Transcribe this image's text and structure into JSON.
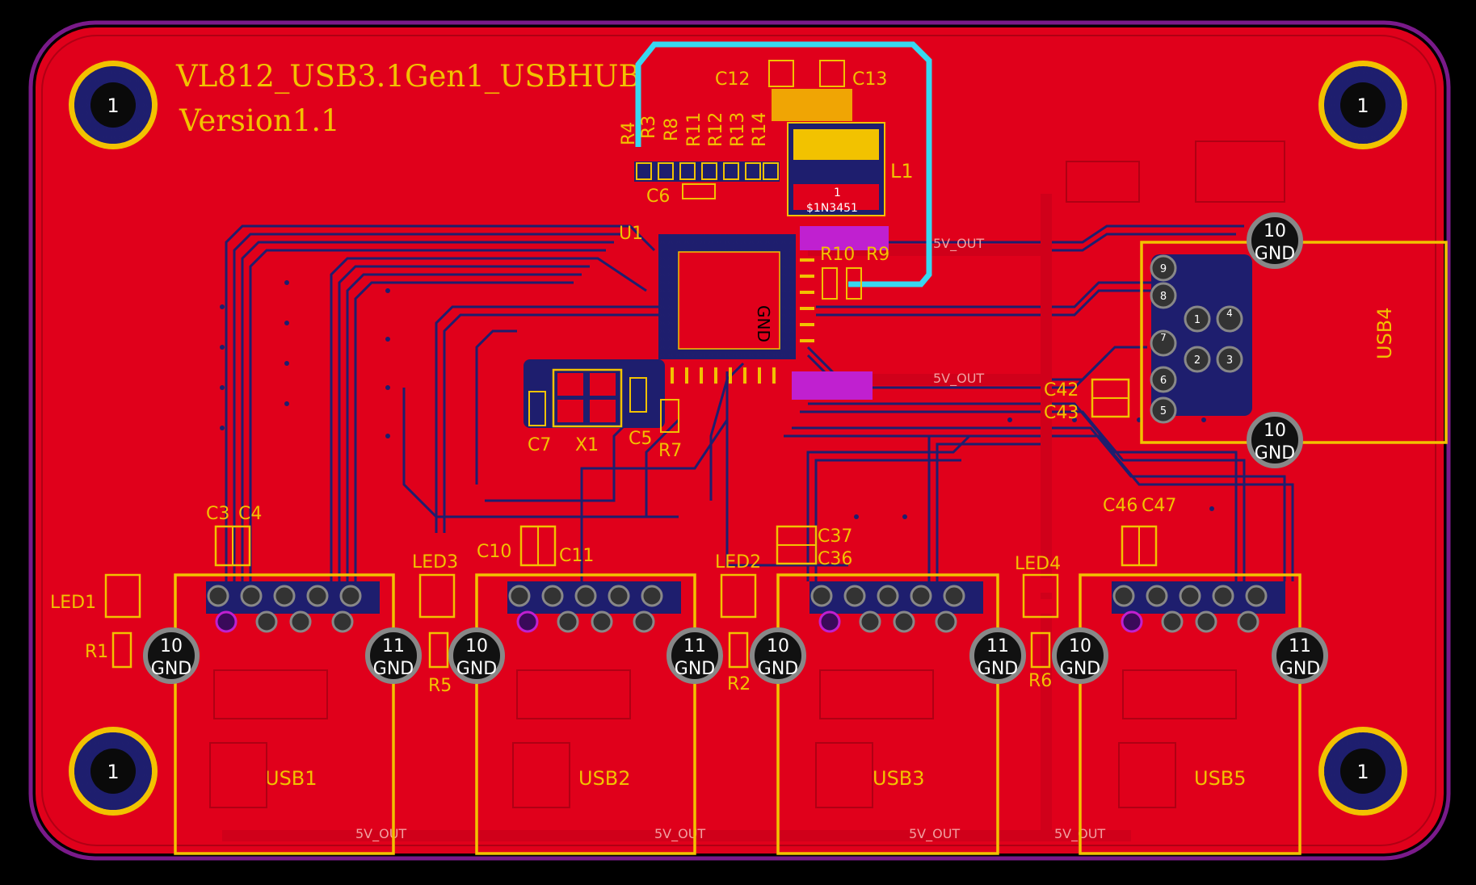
{
  "board": {
    "title": "VL812_USB3.1Gen1_USBHUB",
    "version": "Version1.1"
  },
  "colors": {
    "background": "#000000",
    "copper": "#e0001b",
    "copper_dark": "#b00014",
    "bottom_layer": "#1e1e6e",
    "silkscreen": "#f2c200",
    "outline": "#7a1a8a",
    "trace_blue": "#38d8f0",
    "pad_magenta": "#c020d0"
  },
  "mounting_holes": [
    "1",
    "1",
    "1",
    "1"
  ],
  "labels": {
    "usb_ports": [
      "USB1",
      "USB2",
      "USB3",
      "USB5",
      "USB4"
    ],
    "leds": [
      "LED1",
      "LED3",
      "LED2",
      "LED4"
    ],
    "resistors": [
      "R1",
      "R5",
      "R2",
      "R6",
      "R7",
      "R4",
      "R3",
      "R8",
      "R11",
      "R12",
      "R13",
      "R14",
      "R10",
      "R9"
    ],
    "caps": [
      "C3",
      "C4",
      "C10",
      "C11",
      "C37",
      "C36",
      "C46",
      "C47",
      "C42",
      "C43",
      "C12",
      "C13",
      "C6",
      "C7",
      "C5"
    ],
    "chips": [
      "U1",
      "X1",
      "L1"
    ],
    "inductor_text": "$1N3451",
    "gnd": "GND",
    "pin10": "10",
    "pin11": "11",
    "net_5v": "5V_OUT",
    "l1_pin": "1"
  },
  "connector_pins": {
    "top_row": [
      "9",
      "8",
      "7",
      "6",
      "5"
    ],
    "bottom_row": [
      "1",
      "2",
      "3",
      "4"
    ]
  }
}
